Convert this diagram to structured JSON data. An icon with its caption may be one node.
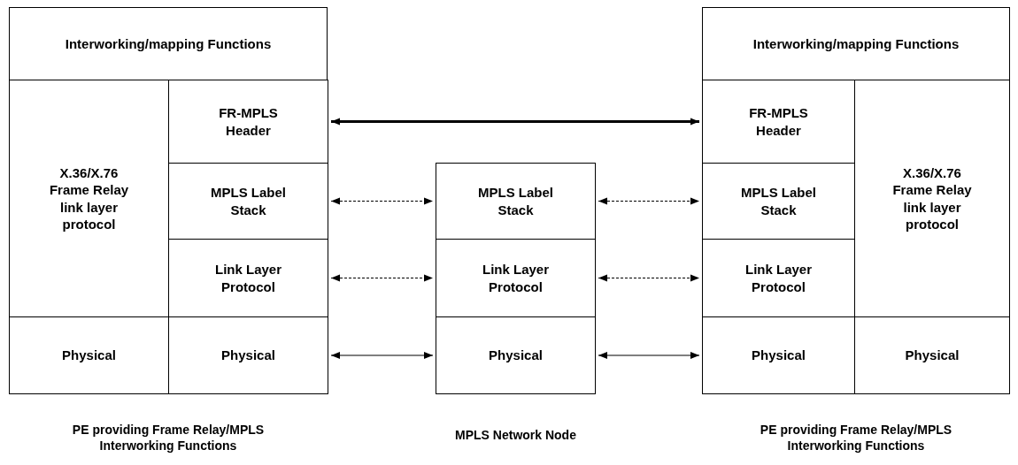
{
  "diagram": {
    "nodes": [
      {
        "text": [
          "Interworking/mapping Functions"
        ]
      },
      {
        "text": [
          "X.36/X.76 Frame Relay link layer protocol"
        ]
      },
      {
        "text": [
          "FR-MPLS Header"
        ]
      },
      {
        "text": [
          "MPLS Label Stack"
        ]
      },
      {
        "text": [
          "Link Layer Protocol"
        ]
      },
      {
        "text": [
          "Physical"
        ]
      },
      {
        "text": [
          "Physical"
        ]
      },
      {
        "text": [
          "MPLS Label Stack"
        ]
      },
      {
        "text": [
          "Link Layer Protocol"
        ]
      },
      {
        "text": [
          "Physical"
        ]
      },
      {
        "text": [
          "Interworking/mapping Functions"
        ]
      },
      {
        "text": [
          "FR-MPLS Header"
        ]
      },
      {
        "text": [
          "X.36/X.76 Frame Relay link layer protocol"
        ]
      },
      {
        "text": [
          "MPLS Label Stack"
        ]
      },
      {
        "text": [
          "Link Layer Protocol"
        ]
      },
      {
        "text": [
          "Physical"
        ]
      },
      {
        "text": [
          "Physical"
        ]
      }
    ],
    "edges": [
      {
        "from": 2,
        "to": 11,
        "arrow": "both",
        "style": "thick"
      },
      {
        "from": 3,
        "to": 7,
        "arrow": "both",
        "style": "dashed"
      },
      {
        "from": 7,
        "to": 13,
        "arrow": "both",
        "style": "dashed"
      },
      {
        "from": 4,
        "to": 8,
        "arrow": "both",
        "style": "dashed"
      },
      {
        "from": 8,
        "to": 14,
        "arrow": "both",
        "style": "dashed"
      },
      {
        "from": 6,
        "to": 9,
        "arrow": "both"
      },
      {
        "from": 9,
        "to": 15,
        "arrow": "both"
      }
    ],
    "labels": [
      "PE providing Frame Relay/MPLS Interworking Functions",
      "MPLS Network Node",
      "PE providing Frame Relay/MPLS Interworking Functions"
    ]
  }
}
